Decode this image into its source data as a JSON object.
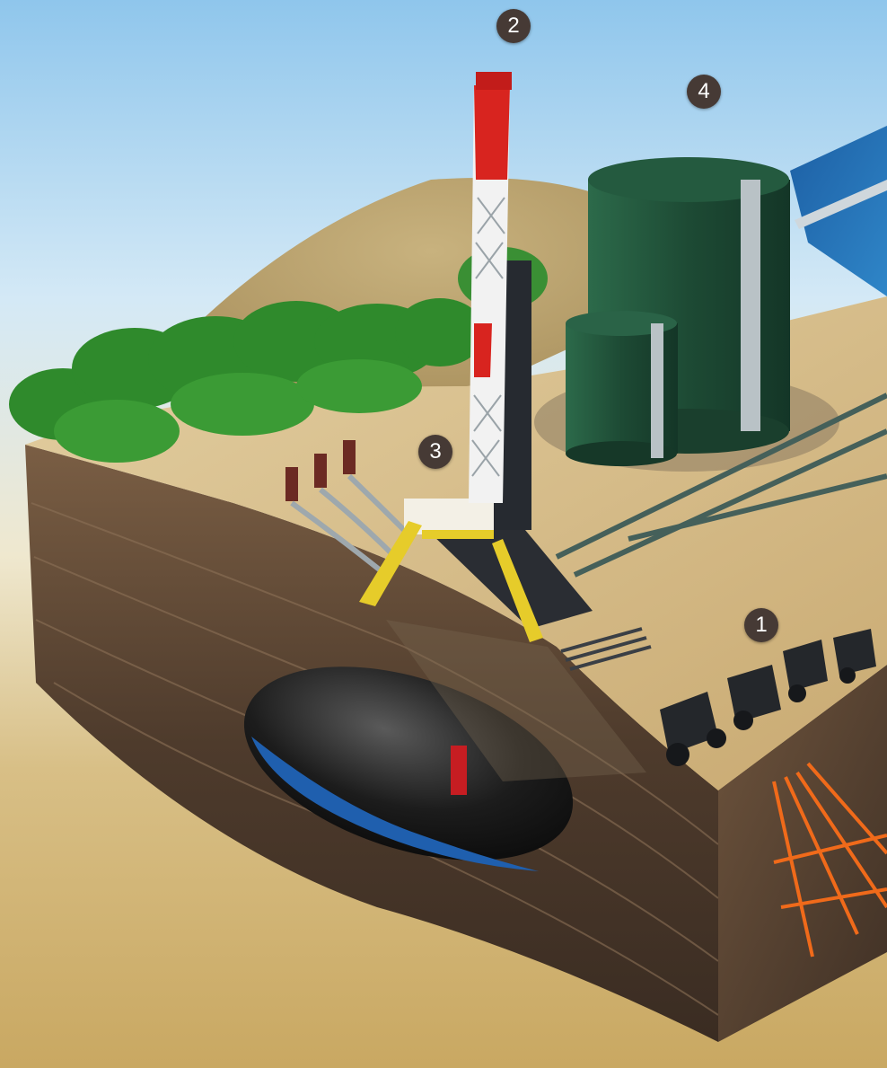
{
  "markers": [
    {
      "id": "1",
      "label": "1",
      "subject": "seismic-survey-trucks"
    },
    {
      "id": "2",
      "label": "2",
      "subject": "drilling-derrick"
    },
    {
      "id": "3",
      "label": "3",
      "subject": "drilling-rig-base"
    },
    {
      "id": "4",
      "label": "4",
      "subject": "storage-tanks"
    }
  ],
  "colors": {
    "sky_top": "#8fc6ec",
    "sand": "#d9c08c",
    "soil": "#5a4636",
    "trees": "#2f8a2c",
    "tank_green": "#1e4a35",
    "derrick_red": "#d8241f",
    "derrick_white": "#f2f2f2",
    "rig_yellow": "#e6cc2a",
    "oil_pocket": "#1a1a1a",
    "water": "#1f5fae",
    "seismic_lines": "#f06a1a",
    "marker_bg": "#463a35"
  }
}
